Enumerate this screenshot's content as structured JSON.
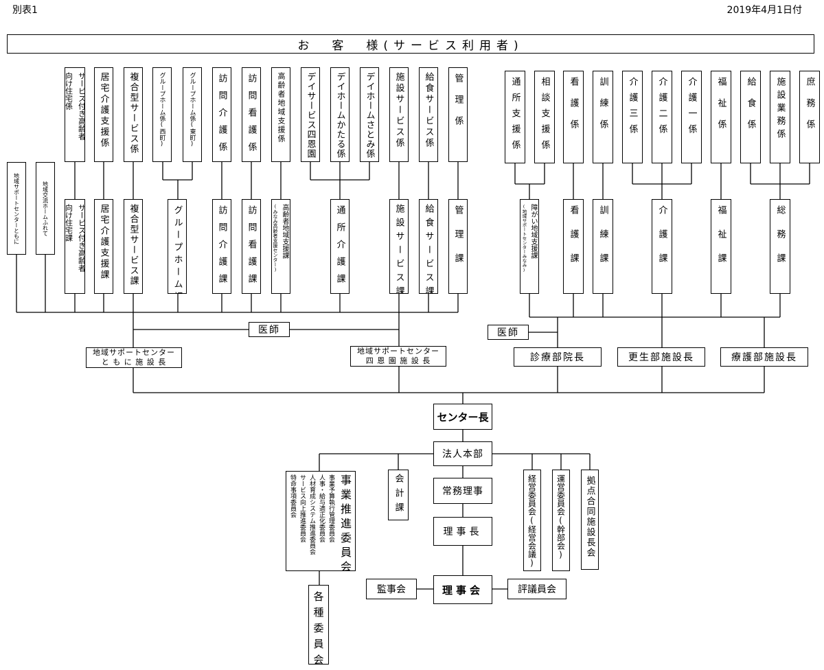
{
  "header": {
    "left": "別表1",
    "right": "2019年4月1日付"
  },
  "customers": "お　客　様(サービス利用者)",
  "left_group": {
    "hq_units": [
      "地域サポートセンターともに",
      "地域交流ホームふれて"
    ],
    "sections": [
      [
        "サービス付き高齢者",
        "向け住宅係"
      ],
      "居宅介護支援係",
      "複合型サービス係",
      "グループホーム係(西町)",
      "グループホーム係(東町)",
      "訪問介護係",
      "訪問看護係",
      "高齢者地域支援係",
      "デイサービス四恩園",
      "デイホームかたる係",
      "デイホームさとみ係",
      "施設サービス係",
      "給食サービス係",
      "管理係"
    ],
    "divisions": [
      [
        "サービス付き高齢者",
        "向け住宅課"
      ],
      "居宅介護支援課",
      "複合型サービス課",
      "グループホーム課",
      "訪問介護課",
      "訪問看護課",
      [
        "高齢者地域支援課",
        "(みなみ高齢者支援センター)"
      ],
      "通所介護課",
      "施設サービス課",
      "給食サービス課",
      "管理課"
    ],
    "doctor": "医師",
    "director_tomoni": [
      "地域サポートセンター",
      "と も に 施 設 長"
    ],
    "director_shionen": [
      "地域サポートセンター",
      "四 恩 園 施 設 長"
    ]
  },
  "right_group": {
    "sections": [
      "通所支援係",
      "相談支援係",
      "看護係",
      "訓練係",
      "介護三係",
      "介護二係",
      "介護一係",
      "福祉係",
      "給食係",
      "施設業務係",
      "庶務係"
    ],
    "divisions": [
      [
        "障がい地域支援課",
        "(地域サポートセンターみなみ)"
      ],
      "看護課",
      "訓練課",
      "介護課",
      "福祉課",
      "総務課"
    ],
    "doctor": "医師",
    "heads": [
      "診療部院長",
      "更生部施設長",
      "療護部施設長"
    ]
  },
  "center_head": "センター長",
  "hq": "法人本部",
  "executive": "常務理事",
  "chairman": "理事長",
  "board": "理事会",
  "auditors": "監事会",
  "councilors": "評議員会",
  "accounting": "会計課",
  "committee": {
    "title": "事業推進委員会",
    "items": [
      "事業予算執行管理委員会",
      "人事・給与適正化委員会",
      "人材育成システム推進委員会",
      "サービス向上推進委員会",
      "特命事項委員会"
    ]
  },
  "various_committees": "各種委員会",
  "management": [
    "経営委員会(経営会議)",
    "運営委員会(幹部会)",
    "拠点合同施設長会"
  ]
}
